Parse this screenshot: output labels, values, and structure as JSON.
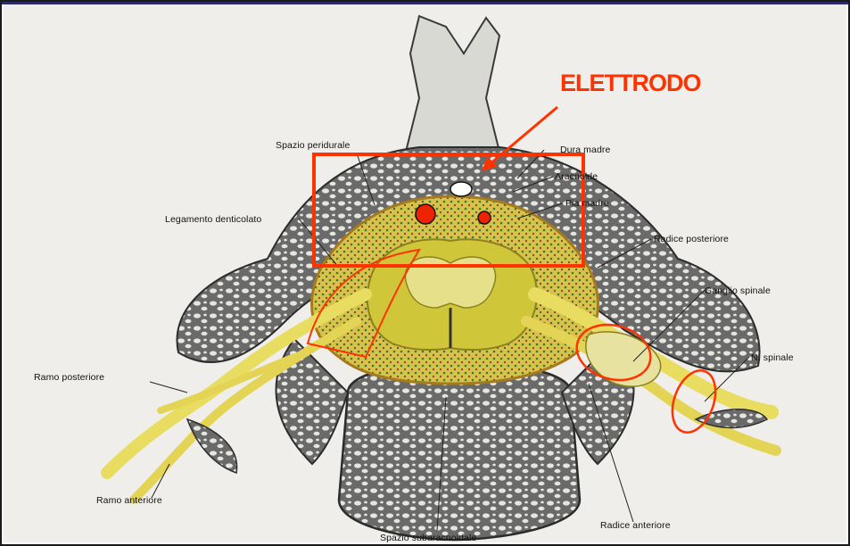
{
  "colors": {
    "highlight": "#ff3300",
    "bone": "#5a5a5a",
    "nerve_yellow": "#e6dc5a",
    "spinal_cord": "#c8c234",
    "electrode_white": "#ffffff",
    "electrode_red": "#ee2200",
    "background_page": "#efeeea"
  },
  "callout": {
    "label": "ELETTRODO"
  },
  "labels": {
    "spazio_peridurale": "Spazio peridurale",
    "dura_madre": "Dura madre",
    "aracnoide": "Aracnoide",
    "pia_madre": "Pia madre",
    "legamento_denticolato": "Legamento denticolato",
    "radice_posteriore": "Radice posteriore",
    "ganglio_spinale": "Ganglio spinale",
    "n_spinale": "N. spinale",
    "ramo_posteriore": "Ramo posteriore",
    "ramo_anteriore": "Ramo anteriore",
    "radice_anteriore": "Radice anteriore",
    "spazio_subaracnoidale": "Spazio subaracnoidale"
  }
}
